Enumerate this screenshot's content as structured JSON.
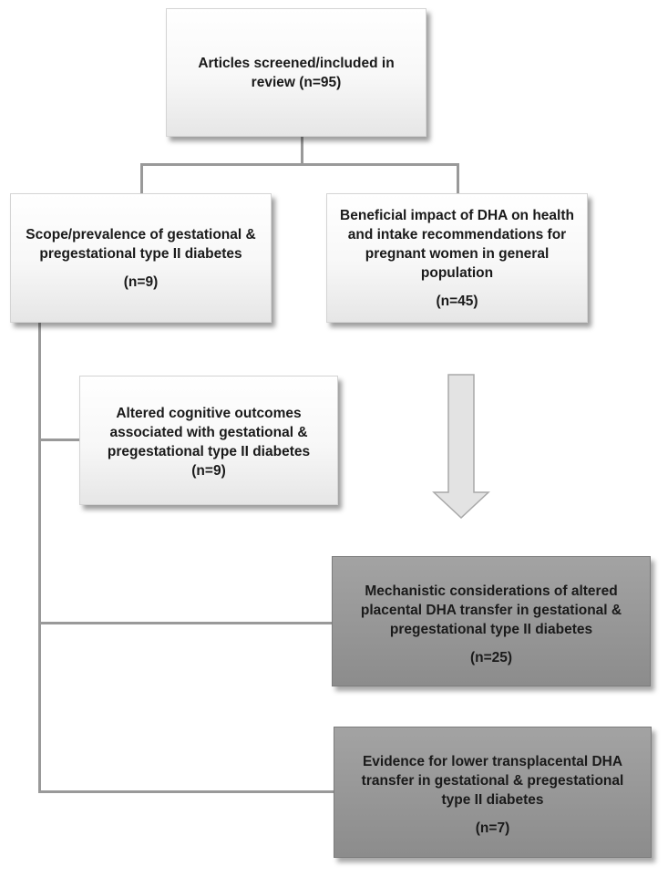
{
  "boxes": {
    "root": {
      "lines": [
        "Articles screened/included in",
        "review (n=95)"
      ]
    },
    "scope": {
      "lines": [
        "Scope/prevalence of  gestational  &",
        "pregestational type II diabetes"
      ],
      "count": "(n=9)"
    },
    "benefit": {
      "lines": [
        "Beneficial impact of DHA on health",
        "and intake recommendations for",
        "pregnant women in general",
        "population"
      ],
      "count": "(n=45)"
    },
    "cognitive": {
      "lines": [
        "Altered cognitive outcomes",
        "associated with gestational  &",
        "pregestational type II diabetes"
      ],
      "count": "(n=9)"
    },
    "mechanistic": {
      "lines": [
        "Mechanistic considerations of altered",
        "placental DHA transfer in gestational  &",
        "pregestational type II diabetes"
      ],
      "count": "(n=25)"
    },
    "evidence": {
      "lines": [
        "Evidence for lower transplacental DHA",
        "transfer in  gestational  & pregestational",
        "type II diabetes"
      ],
      "count": "(n=7)"
    }
  },
  "colors": {
    "connector": "#999999",
    "light_box": "#f5f5f5",
    "dark_box": "#8f8f8f",
    "arrow_fill": "#e3e3e3",
    "arrow_stroke": "#a8a8a8"
  },
  "icons": {
    "down_arrow": "down-arrow-icon"
  }
}
